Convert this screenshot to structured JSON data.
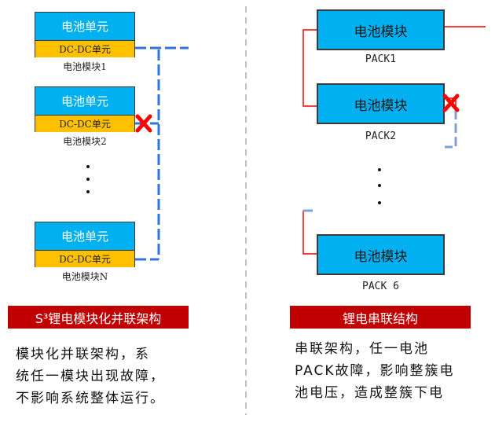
{
  "left": {
    "modules": [
      {
        "cell": "电池单元",
        "dcdc": "DC-DC单元",
        "label": "电池模块1"
      },
      {
        "cell": "电池单元",
        "dcdc": "DC-DC单元",
        "label": "电池模块2"
      },
      {
        "cell": "电池单元",
        "dcdc": "DC-DC单元",
        "label": "电池模块N"
      }
    ],
    "banner": "S³锂电模块化并联架构",
    "description": [
      "模块化并联架构，系",
      "统任一模块出现故障，",
      "不影响系统整体运行。"
    ]
  },
  "right": {
    "packs": [
      {
        "box": "电池模块",
        "label": "PACK1"
      },
      {
        "box": "电池模块",
        "label": "PACK2"
      },
      {
        "box": "电池模块",
        "label": "PACK 6"
      }
    ],
    "banner": "锂电串联结构",
    "description": [
      "串联架构，任一电池",
      "PACK故障，影响整簇电",
      "池电压，造成整簇下电"
    ]
  },
  "colors": {
    "cell_blue": "#00b0f0",
    "dcdc_yellow": "#ffc000",
    "banner_red": "#c00000",
    "wire_blue": "#2e75d6",
    "wire_red": "#ff0000",
    "fault_mark": "#ff0000"
  }
}
